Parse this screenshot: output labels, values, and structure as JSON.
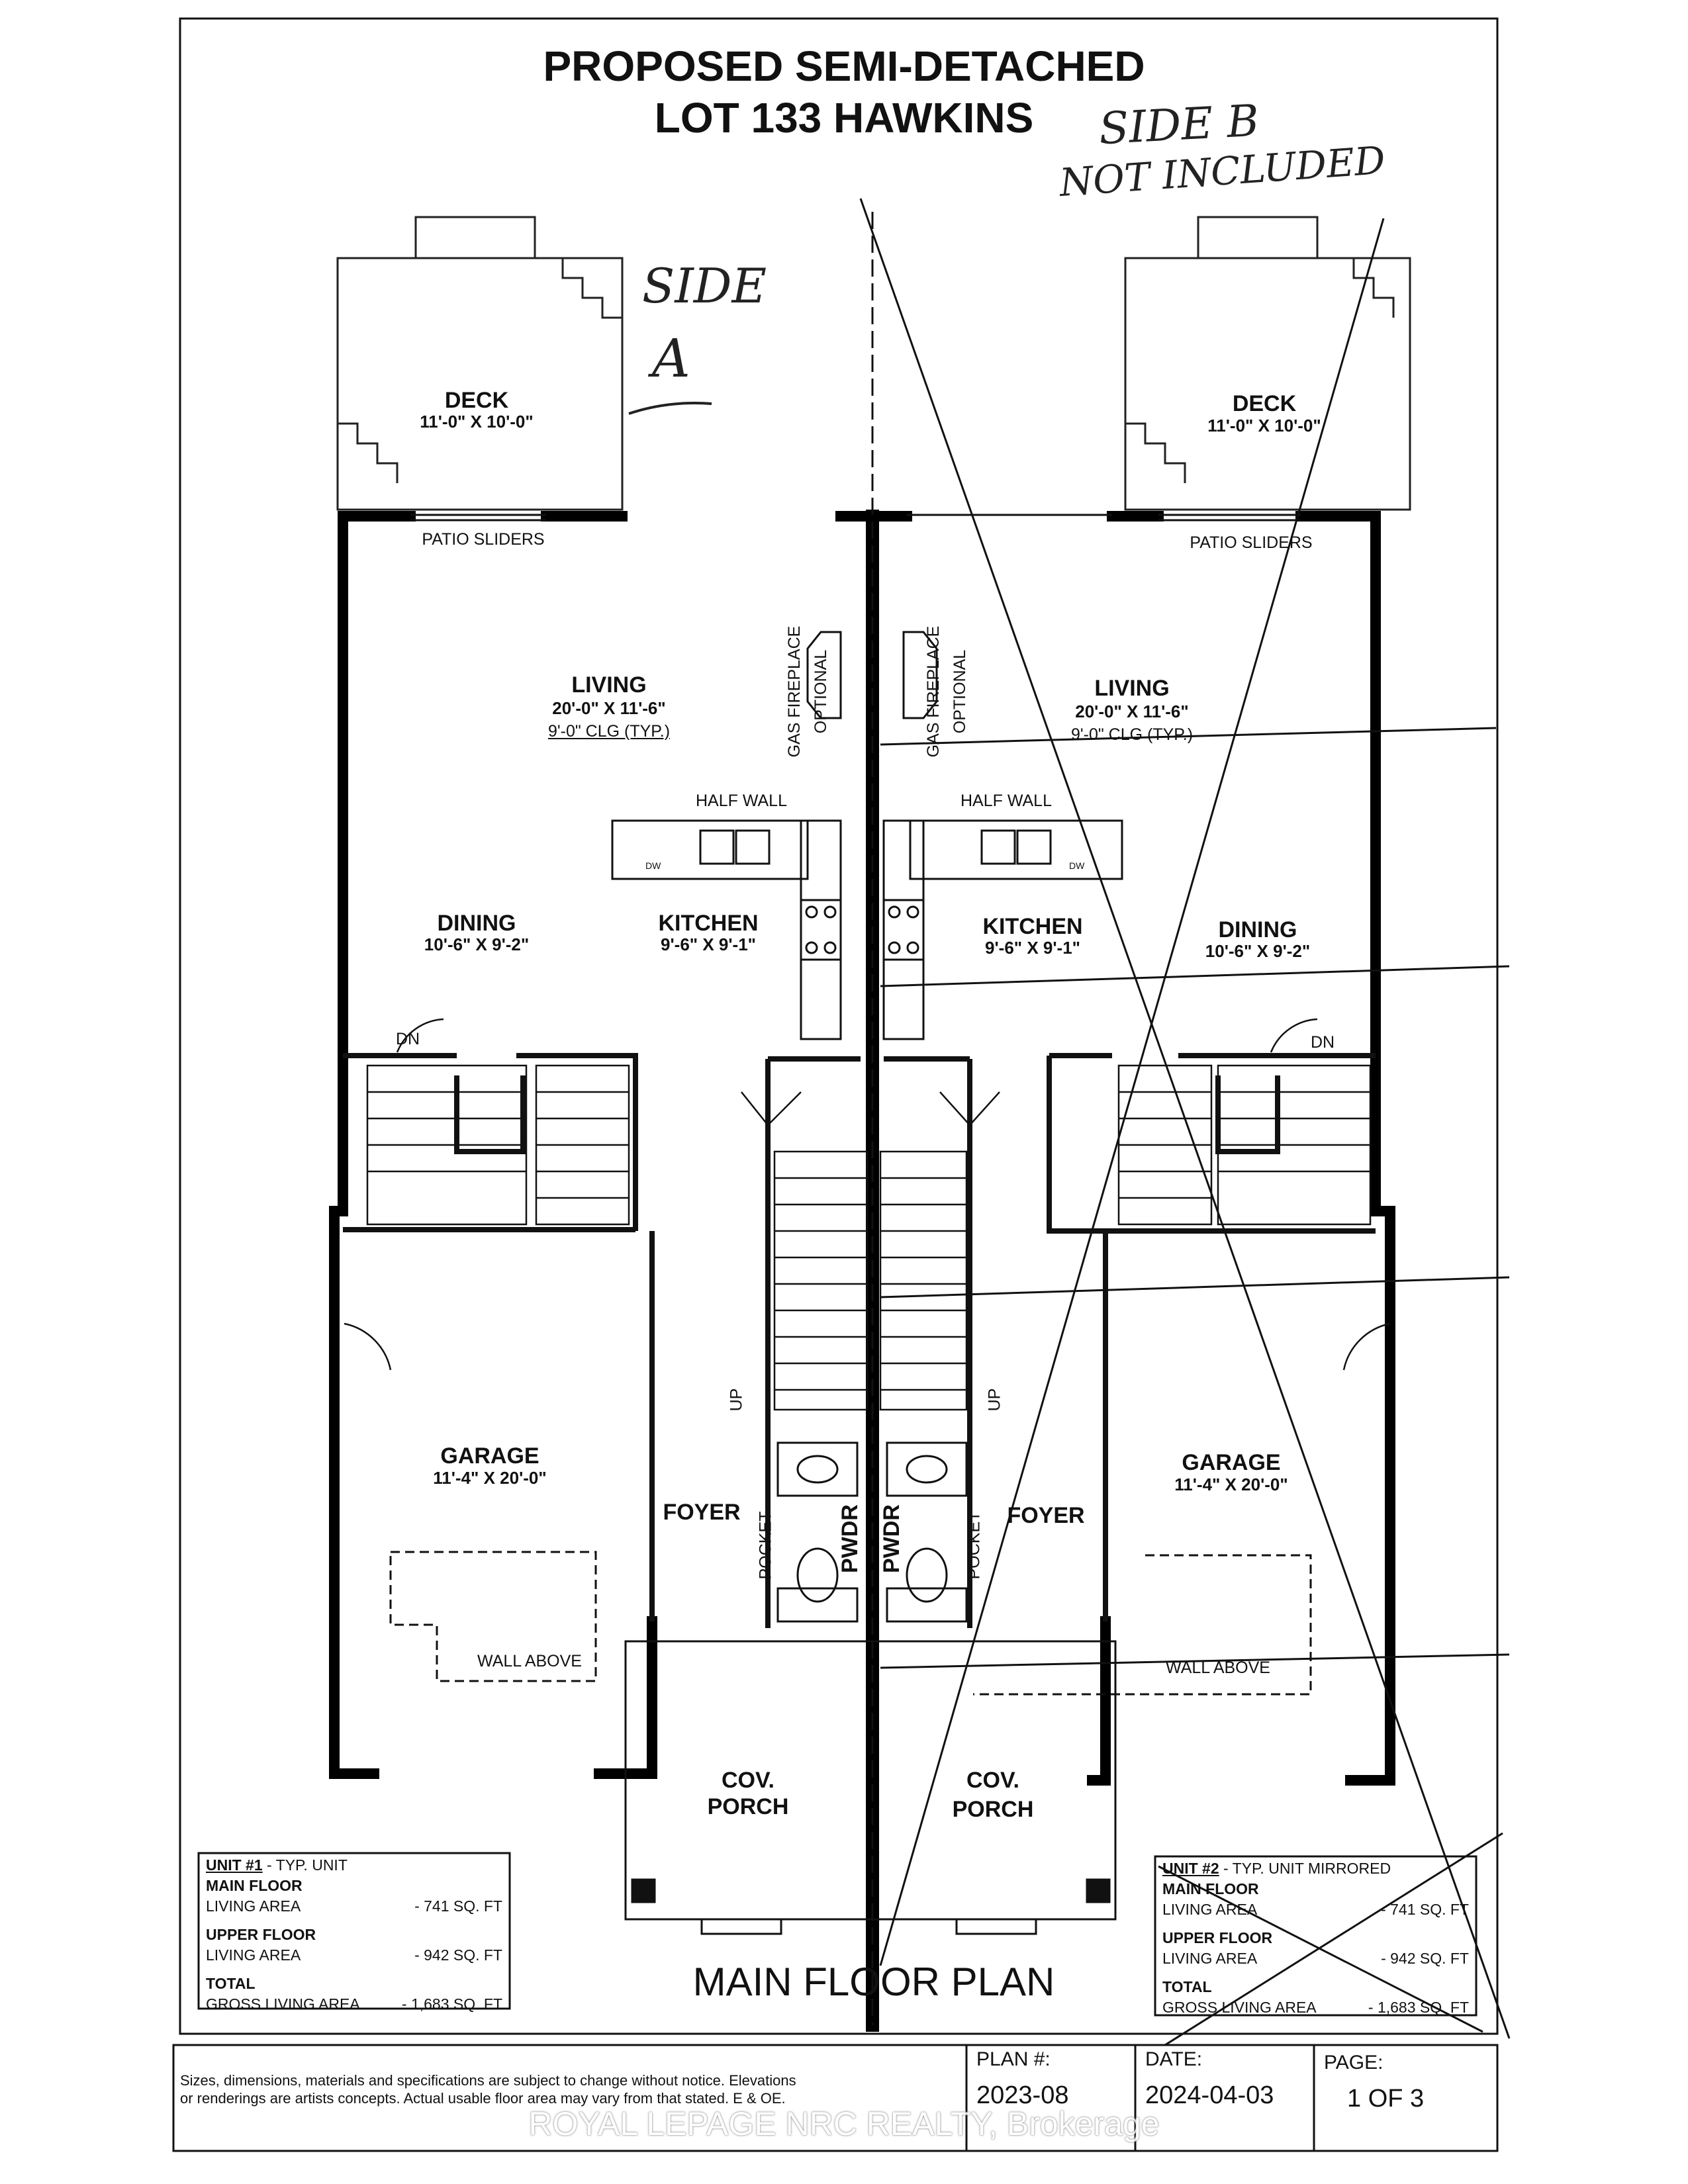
{
  "title": {
    "line1": "PROPOSED SEMI-DETACHED",
    "line2": "LOT 133 HAWKINS"
  },
  "annotations": {
    "side_b_1": "SIDE B",
    "side_b_2": "NOT INCLUDED",
    "side_a_1": "SIDE",
    "side_a_2": "A"
  },
  "unit1": {
    "deck": "DECK",
    "deck_dim": "11'-0\" X 10'-0\"",
    "patio": "PATIO SLIDERS",
    "fireplace_1": "GAS FIREPLACE",
    "fireplace_2": "OPTIONAL",
    "living": "LIVING",
    "living_dim": "20'-0\" X 11'-6\"",
    "clg": "9'-0\" CLG (TYP.)",
    "half_wall": "HALF WALL",
    "dw": "DW",
    "dining": "DINING",
    "dining_dim": "10'-6\" X 9'-2\"",
    "kitchen": "KITCHEN",
    "kitchen_dim": "9'-6\" X 9'-1\"",
    "dn": "DN",
    "up": "UP",
    "garage": "GARAGE",
    "garage_dim": "11'-4\" X 20'-0\"",
    "foyer": "FOYER",
    "pocket": "POCKET",
    "pwdr": "PWDR",
    "wall_above": "WALL ABOVE",
    "porch_1": "COV.",
    "porch_2": "PORCH"
  },
  "unit2": {
    "deck": "DECK",
    "deck_dim": "11'-0\" X 10'-0\"",
    "patio": "PATIO SLIDERS",
    "fireplace_1": "GAS FIREPLACE",
    "fireplace_2": "OPTIONAL",
    "living": "LIVING",
    "living_dim": "20'-0\" X 11'-6\"",
    "clg": "9'-0\" CLG (TYP.)",
    "half_wall": "HALF WALL",
    "dw": "DW",
    "dining": "DINING",
    "dining_dim": "10'-6\" X 9'-2\"",
    "kitchen": "KITCHEN",
    "kitchen_dim": "9'-6\" X 9'-1\"",
    "dn": "DN",
    "up": "UP",
    "garage": "GARAGE",
    "garage_dim": "11'-4\" X 20'-0\"",
    "foyer": "FOYER",
    "pocket": "POCKET",
    "pwdr": "PWDR",
    "wall_above": "WALL ABOVE",
    "porch_1": "COV.",
    "porch_2": "PORCH"
  },
  "area_table_1": {
    "unit": "UNIT #1",
    "unit_desc": "- TYP. UNIT",
    "main_floor": "MAIN FLOOR",
    "main_label": "LIVING AREA",
    "main_value": "- 741 SQ. FT",
    "upper_floor": "UPPER FLOOR",
    "upper_label": "LIVING AREA",
    "upper_value": "- 942 SQ. FT",
    "total": "TOTAL",
    "total_label": "GROSS LIVING AREA",
    "total_value": "- 1,683 SQ. FT"
  },
  "area_table_2": {
    "unit": "UNIT #2",
    "unit_desc": "- TYP. UNIT MIRRORED",
    "main_floor": "MAIN FLOOR",
    "main_label": "LIVING AREA",
    "main_value": "- 741 SQ. FT",
    "upper_floor": "UPPER FLOOR",
    "upper_label": "LIVING AREA",
    "upper_value": "- 942 SQ. FT",
    "total": "TOTAL",
    "total_label": "GROSS LIVING AREA",
    "total_value": "- 1,683 SQ. FT"
  },
  "plan_title": "MAIN FLOOR PLAN",
  "title_block": {
    "disclaimer_1": "Sizes, dimensions, materials and specifications are subject to change without notice. Elevations",
    "disclaimer_2": "or renderings are artists concepts. Actual usable floor area may vary from that stated. E & OE.",
    "plan_label": "PLAN #:",
    "plan_value": "2023-08",
    "date_label": "DATE:",
    "date_value": "2024-04-03",
    "page_label": "PAGE:",
    "page_value": "1 OF 3"
  },
  "watermark": "ROYAL LEPAGE NRC REALTY, Brokerage",
  "colors": {
    "ink": "#111111",
    "wall": "#000000",
    "watermark": "#ffffff"
  }
}
